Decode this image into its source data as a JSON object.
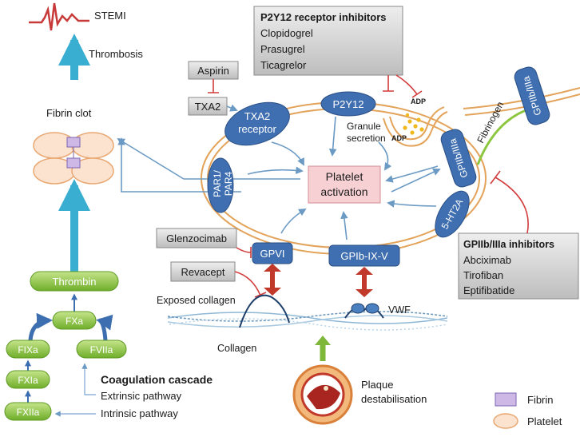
{
  "top": {
    "stemi": "STEMI",
    "thrombosis": "Thrombosis",
    "fibrin_clot": "Fibrin clot"
  },
  "inhibitors": {
    "aspirin": "Aspirin",
    "txa2": "TXA2",
    "p2y12_title": "P2Y12 receptor inhibitors",
    "p2y12_drugs": [
      "Clopidogrel",
      "Prasugrel",
      "Ticagrelor"
    ],
    "glenzocimab": "Glenzocimab",
    "revacept": "Revacept",
    "gp2b3a_title": "GPIIb/IIIa inhibitors",
    "gp2b3a_drugs": [
      "Abciximab",
      "Tirofiban",
      "Eptifibatide"
    ]
  },
  "receptors": {
    "txa2_receptor": [
      "TXA2",
      "receptor"
    ],
    "p2y12": "P2Y12",
    "par": [
      "PAR1/",
      "PAR4"
    ],
    "gpiib_iiia_a": "GPIIb/IIIa",
    "gpiib_iiia_b": "GPIIb/IIIa",
    "ht2a": "5-HT2A",
    "gpvi": "GPVI",
    "gpib": "GPIb-IX-V"
  },
  "platelet": {
    "activation": [
      "Platelet",
      "activation"
    ],
    "granule": [
      "Granule",
      "secretion"
    ],
    "adp_top": "ADP",
    "adp_inner": "ADP",
    "fibrinogen": "Fibrinogen"
  },
  "vessel": {
    "exposed_collagen": "Exposed collagen",
    "collagen": "Collagen",
    "vwf": "VWF",
    "plaque": [
      "Plaque",
      "destabilisation"
    ]
  },
  "cascade": {
    "thrombin": "Thrombin",
    "fxa": "FXa",
    "fixa": "FIXa",
    "fviia": "FVIIa",
    "fxia": "FXIa",
    "fxiia": "FXIIa",
    "title": "Coagulation cascade",
    "extrinsic": "Extrinsic pathway",
    "intrinsic": "Intrinsic pathway"
  },
  "legend": {
    "fibrin": "Fibrin",
    "platelet": "Platelet"
  },
  "colors": {
    "receptor": "#3f6fb0",
    "teal_arrow": "#3aaed0",
    "green_node": "#8cc63f",
    "membrane": "#e3a35a",
    "inhibit_red": "#d23c3c",
    "activation_fill": "#f7d0d4",
    "gray_box": "#d9d9d9"
  }
}
